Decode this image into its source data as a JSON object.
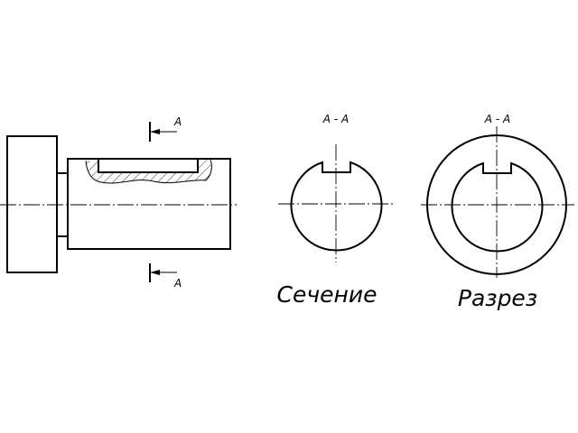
{
  "main_view": {
    "cut_plane_top_label": "A",
    "cut_plane_bottom_label": "A"
  },
  "section_view": {
    "title": "A - A",
    "caption": "Сечение"
  },
  "cut_view": {
    "title": "A - A",
    "caption": "Разрез"
  }
}
